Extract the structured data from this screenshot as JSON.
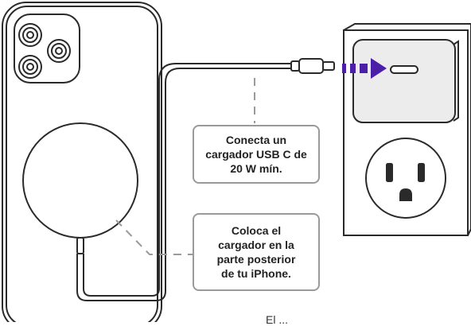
{
  "callouts": {
    "connect": "Conecta un\ncargador USB C de\n20 W mín.",
    "place": "Coloca el\ncargador en la\nparte posterior\nde tu iPhone."
  },
  "footer_text": "El ...",
  "colors": {
    "stroke": "#2a2a2a",
    "callout_border": "#9a9a9a",
    "dashed_leader": "#9a9a9a",
    "arrow": "#4b1fa8",
    "charger_fill": "#ececec"
  },
  "icons": [
    "phone-back-icon",
    "camera-lens-icon",
    "magsafe-charger-icon",
    "usb-c-plug-icon",
    "wall-outlet-icon",
    "usb-c-adapter-icon",
    "arrow-right-icon"
  ]
}
